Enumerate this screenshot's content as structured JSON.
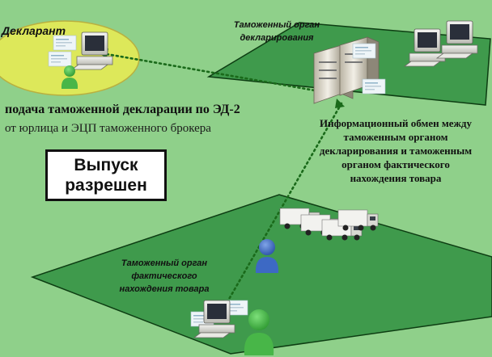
{
  "diagram": {
    "declarant_label": "Декларант",
    "declaration_customs_office": [
      "Таможенный орган",
      "декларирования"
    ],
    "actual_location_customs_office": [
      "Таможенный орган",
      "фактического",
      "нахождения товара"
    ],
    "submission_title": "подача таможенной декларации по ЭД-2",
    "submission_subtitle": "от юрлица и ЭЦП таможенного брокера",
    "info_exchange_text": [
      "Информационный обмен между",
      "таможенным органом",
      "декларирования и таможенным",
      "органом фактического",
      "нахождения товара"
    ],
    "release_status": [
      "Выпуск",
      "разрешен"
    ]
  },
  "colors": {
    "background": "#8fd08a",
    "declarant_zone": "#dde85a",
    "customs_zone": "#3f9a4c",
    "person_user": "#48b648",
    "person_officer": "#3d69c4",
    "connector": "#1a6a1a"
  },
  "icons": [
    "computer-workstation-icon",
    "server-rack-icon",
    "person-icon",
    "document-icon",
    "truck-icon"
  ]
}
